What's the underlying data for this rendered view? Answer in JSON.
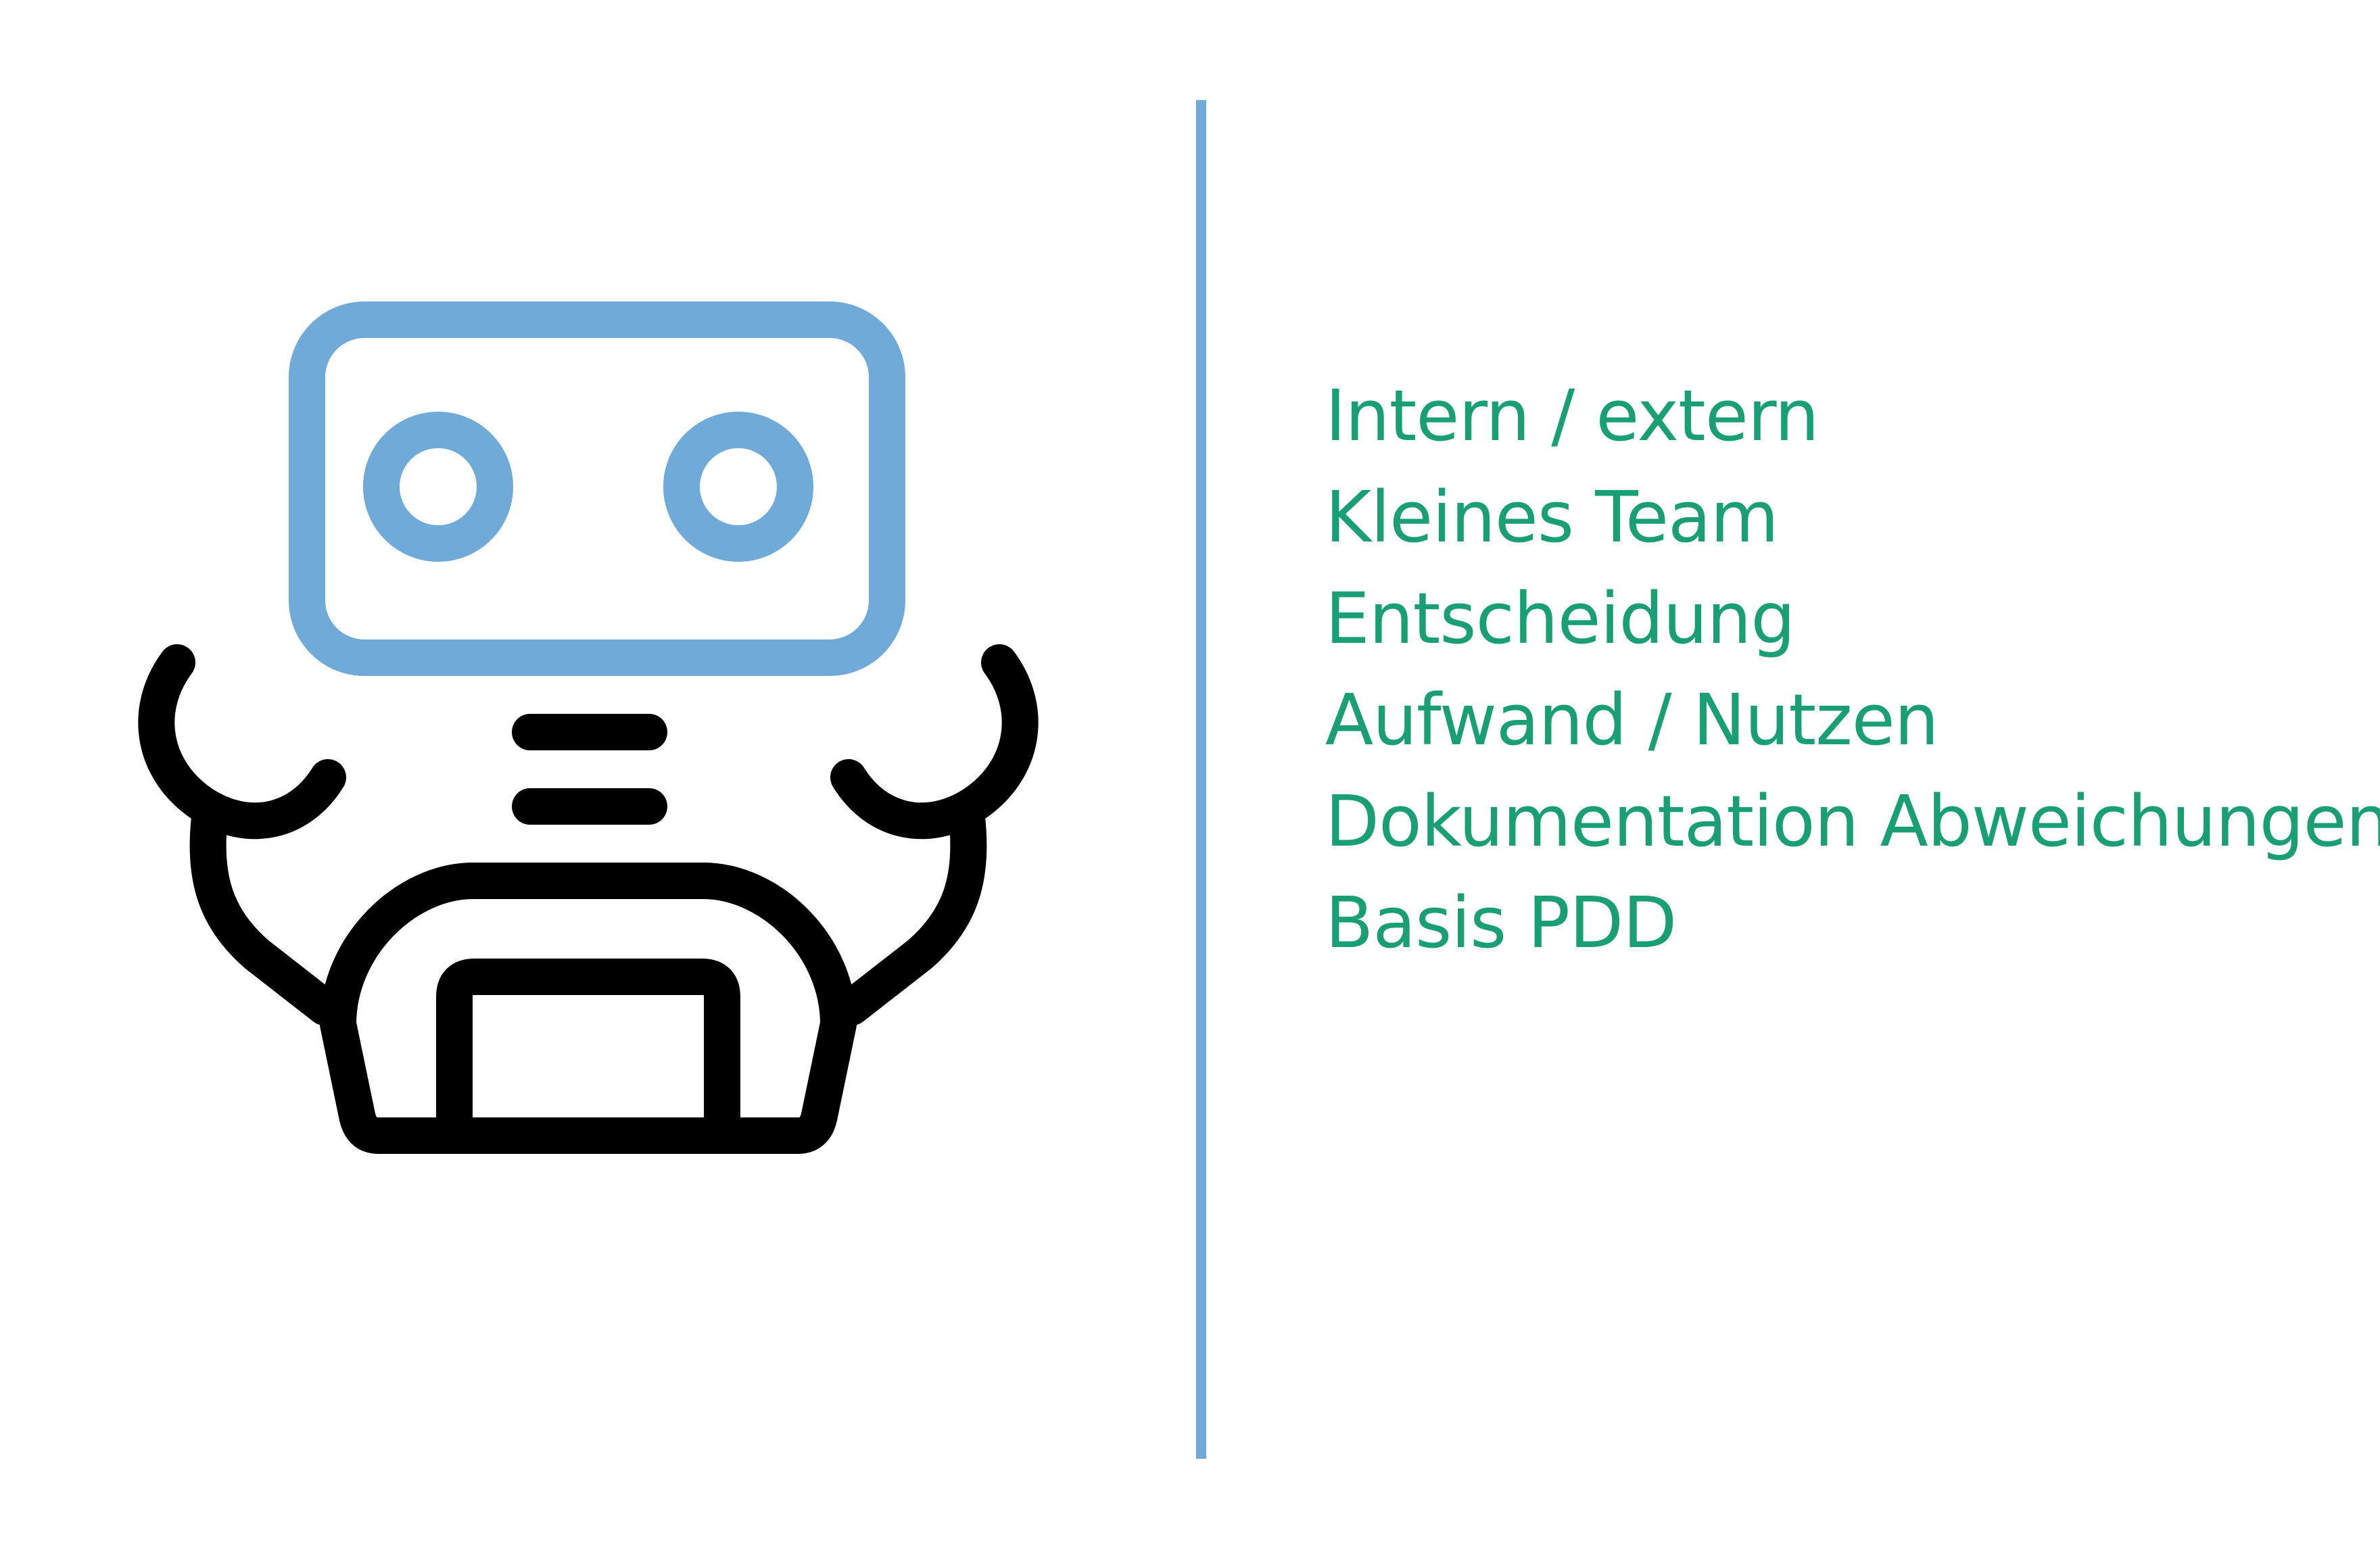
{
  "colors": {
    "background": "#ffffff",
    "robot_head": "#6faad9",
    "robot_body": "#000000",
    "divider": "#6faad9",
    "text": "#1a9e74"
  },
  "illustration": {
    "icon": "robot-icon"
  },
  "items": [
    "Intern / extern",
    "Kleines Team",
    "Entscheidung",
    "Aufwand / Nutzen",
    "Dokumentation Abweichungen",
    "Basis PDD"
  ]
}
